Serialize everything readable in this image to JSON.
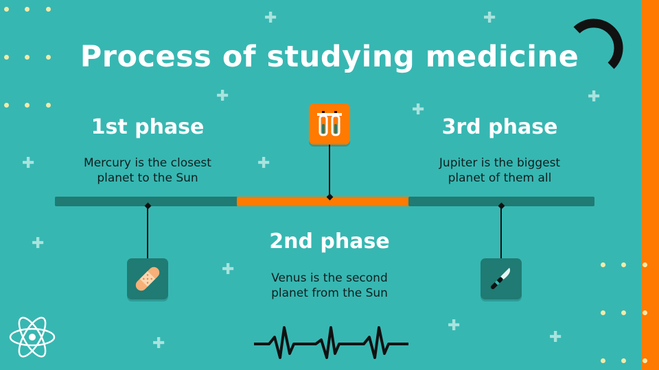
{
  "slide": {
    "title": "Process of studying medicine",
    "phases": [
      {
        "label": "1st phase",
        "description": "Mercury is the closest planet to the Sun"
      },
      {
        "label": "2nd phase",
        "description": "Venus is the second planet from the Sun"
      },
      {
        "label": "3rd phase",
        "description": "Jupiter is the biggest planet of them all"
      }
    ]
  },
  "icons": {
    "phase1": "bandage-icon",
    "phase2": "test-tubes-icon",
    "phase3": "scalpel-icon",
    "decor": [
      "atom-icon",
      "heartbeat-line-icon",
      "ring-arc-icon",
      "plus-icon"
    ]
  },
  "colors": {
    "background": "#37b7b2",
    "accent_orange": "#ff7a00",
    "dark_teal": "#1f7b73",
    "title_text": "#ffffff",
    "body_text": "#0f1f1f",
    "dots": "#f3eaa8",
    "plus_signs": "#a8e3de"
  }
}
